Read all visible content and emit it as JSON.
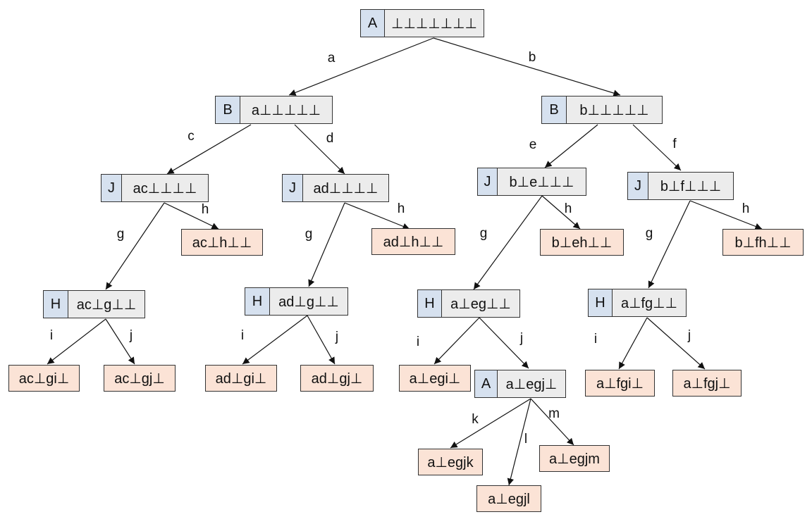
{
  "colors": {
    "state_tag": "#d6e1ef",
    "state_value": "#ececec",
    "leaf": "#fbe3d6",
    "border": "#333333"
  },
  "nodes": {
    "root": {
      "tag": "A",
      "value": "⊥⊥⊥⊥⊥⊥⊥"
    },
    "n_a": {
      "tag": "B",
      "value": "a⊥⊥⊥⊥⊥"
    },
    "n_b": {
      "tag": "B",
      "value": "b⊥⊥⊥⊥⊥"
    },
    "n_ac": {
      "tag": "J",
      "value": "ac⊥⊥⊥⊥"
    },
    "n_ad": {
      "tag": "J",
      "value": "ad⊥⊥⊥⊥"
    },
    "n_be": {
      "tag": "J",
      "value": "b⊥e⊥⊥⊥"
    },
    "n_bf": {
      "tag": "J",
      "value": "b⊥f⊥⊥⊥"
    },
    "n_acg": {
      "tag": "H",
      "value": "ac⊥g⊥⊥"
    },
    "n_adg": {
      "tag": "H",
      "value": "ad⊥g⊥⊥"
    },
    "n_aeg": {
      "tag": "H",
      "value": "a⊥eg⊥⊥"
    },
    "n_afg": {
      "tag": "H",
      "value": "a⊥fg⊥⊥"
    },
    "n_aegj": {
      "tag": "A",
      "value": "a⊥egj⊥"
    }
  },
  "leaves": {
    "l_ach": "ac⊥h⊥⊥",
    "l_adh": "ad⊥h⊥⊥",
    "l_beh": "b⊥eh⊥⊥",
    "l_bfh": "b⊥fh⊥⊥",
    "l_acgi": "ac⊥gi⊥",
    "l_acgj": "ac⊥gj⊥",
    "l_adgi": "ad⊥gi⊥",
    "l_adgj": "ad⊥gj⊥",
    "l_aegi": "a⊥egi⊥",
    "l_afgi": "a⊥fgi⊥",
    "l_afgj": "a⊥fgj⊥",
    "l_aegjk": "a⊥egjk",
    "l_aegjl": "a⊥egjl",
    "l_aegjm": "a⊥egjm"
  },
  "edges": {
    "e1": "a",
    "e2": "b",
    "e3": "c",
    "e4": "d",
    "e5": "e",
    "e6": "f",
    "e7": "g",
    "e8": "h",
    "e9": "g",
    "e10": "h",
    "e11": "g",
    "e12": "h",
    "e13": "g",
    "e14": "h",
    "e15": "i",
    "e16": "j",
    "e17": "i",
    "e18": "j",
    "e19": "i",
    "e20": "j",
    "e21": "i",
    "e22": "j",
    "e23": "k",
    "e24": "l",
    "e25": "m"
  }
}
